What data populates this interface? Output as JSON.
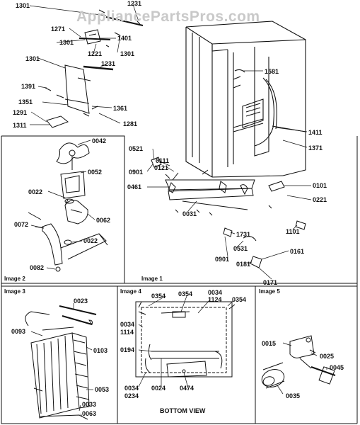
{
  "watermark": "AppliancePartsPros.com",
  "panels": {
    "image1": "Image 1",
    "image2": "Image 2",
    "image3": "Image 3",
    "image4": "Image 4",
    "image5": "Image 5"
  },
  "bottom_view": "BOTTOM VIEW",
  "parts": {
    "p1301a": "1301",
    "p1231a": "1231",
    "p1271": "1271",
    "p1301b": "1301",
    "p1401": "1401",
    "p1221": "1221",
    "p1301c": "1301",
    "p1231b": "1231",
    "p1301d": "1301",
    "p1391": "1391",
    "p1351": "1351",
    "p1361": "1361",
    "p1291": "1291",
    "p1311": "1311",
    "p1281": "1281",
    "p1581": "1581",
    "p1411": "1411",
    "p1371": "1371",
    "p0521": "0521",
    "p0111": "0111",
    "p0901a": "0901",
    "p0121": "0121",
    "p0461": "0461",
    "p0031": "0031",
    "p0101": "0101",
    "p0221": "0221",
    "p1101": "1101",
    "p1731": "1731",
    "p0901b": "0901",
    "p0531": "0531",
    "p0161": "0161",
    "p0181": "0181",
    "p0171": "0171",
    "p0042": "0042",
    "p0052": "0052",
    "p0022a": "0022",
    "p0062": "0062",
    "p0072": "0072",
    "p0022b": "0022",
    "p0082": "0082",
    "p0023": "0023",
    "p0093": "0093",
    "p0103": "0103",
    "p0053": "0053",
    "p0033": "0033",
    "p0063": "0063",
    "p0354a": "0354",
    "p0354b": "0354",
    "p0034a": "0034",
    "p1124": "1124",
    "p0354c": "0354",
    "p0034b": "0034",
    "p1114": "1114",
    "p0194": "0194",
    "p0034c": "0034",
    "p0234": "0234",
    "p0024": "0024",
    "p0474": "0474",
    "p0015": "0015",
    "p0025": "0025",
    "p0045": "0045",
    "p0035": "0035"
  }
}
